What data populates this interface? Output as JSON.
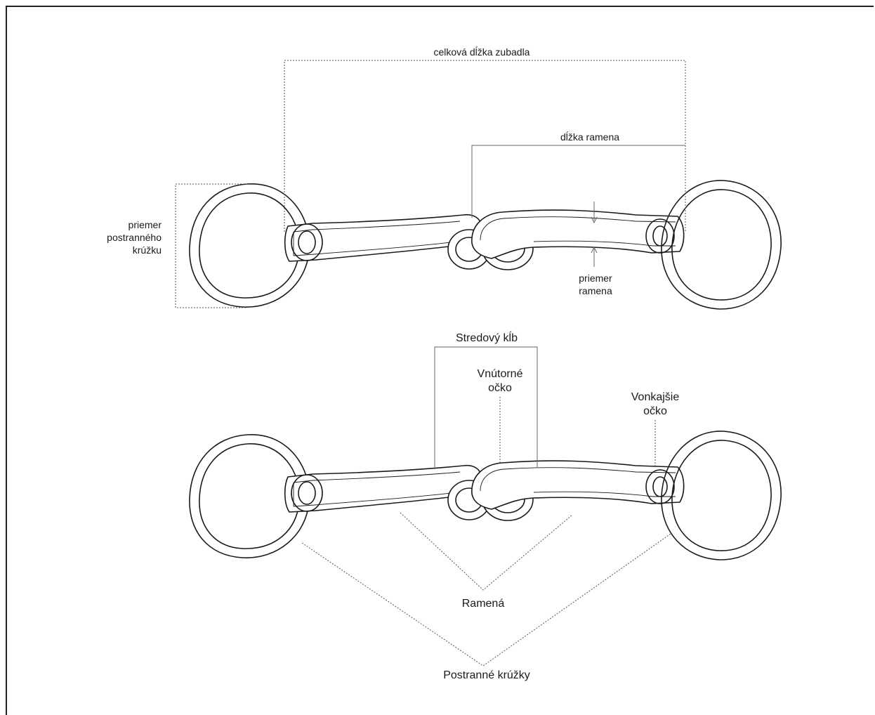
{
  "top_figure": {
    "total_length_label": "celková dĺžka zubadla",
    "mouthpiece_length_label": "dĺžka ramena",
    "ring_diameter_label": [
      "priemer",
      "postranného",
      "krúžku"
    ],
    "mouthpiece_diameter_label": [
      "priemer",
      "ramena"
    ]
  },
  "bottom_figure": {
    "center_joint_label": "Stredový kĺb",
    "inner_eye_label": [
      "Vnútorné",
      "očko"
    ],
    "outer_eye_label": [
      "Vonkajšie",
      "očko"
    ],
    "mouthpieces_label": "Ramená",
    "side_rings_label": "Postranné krúžky"
  }
}
